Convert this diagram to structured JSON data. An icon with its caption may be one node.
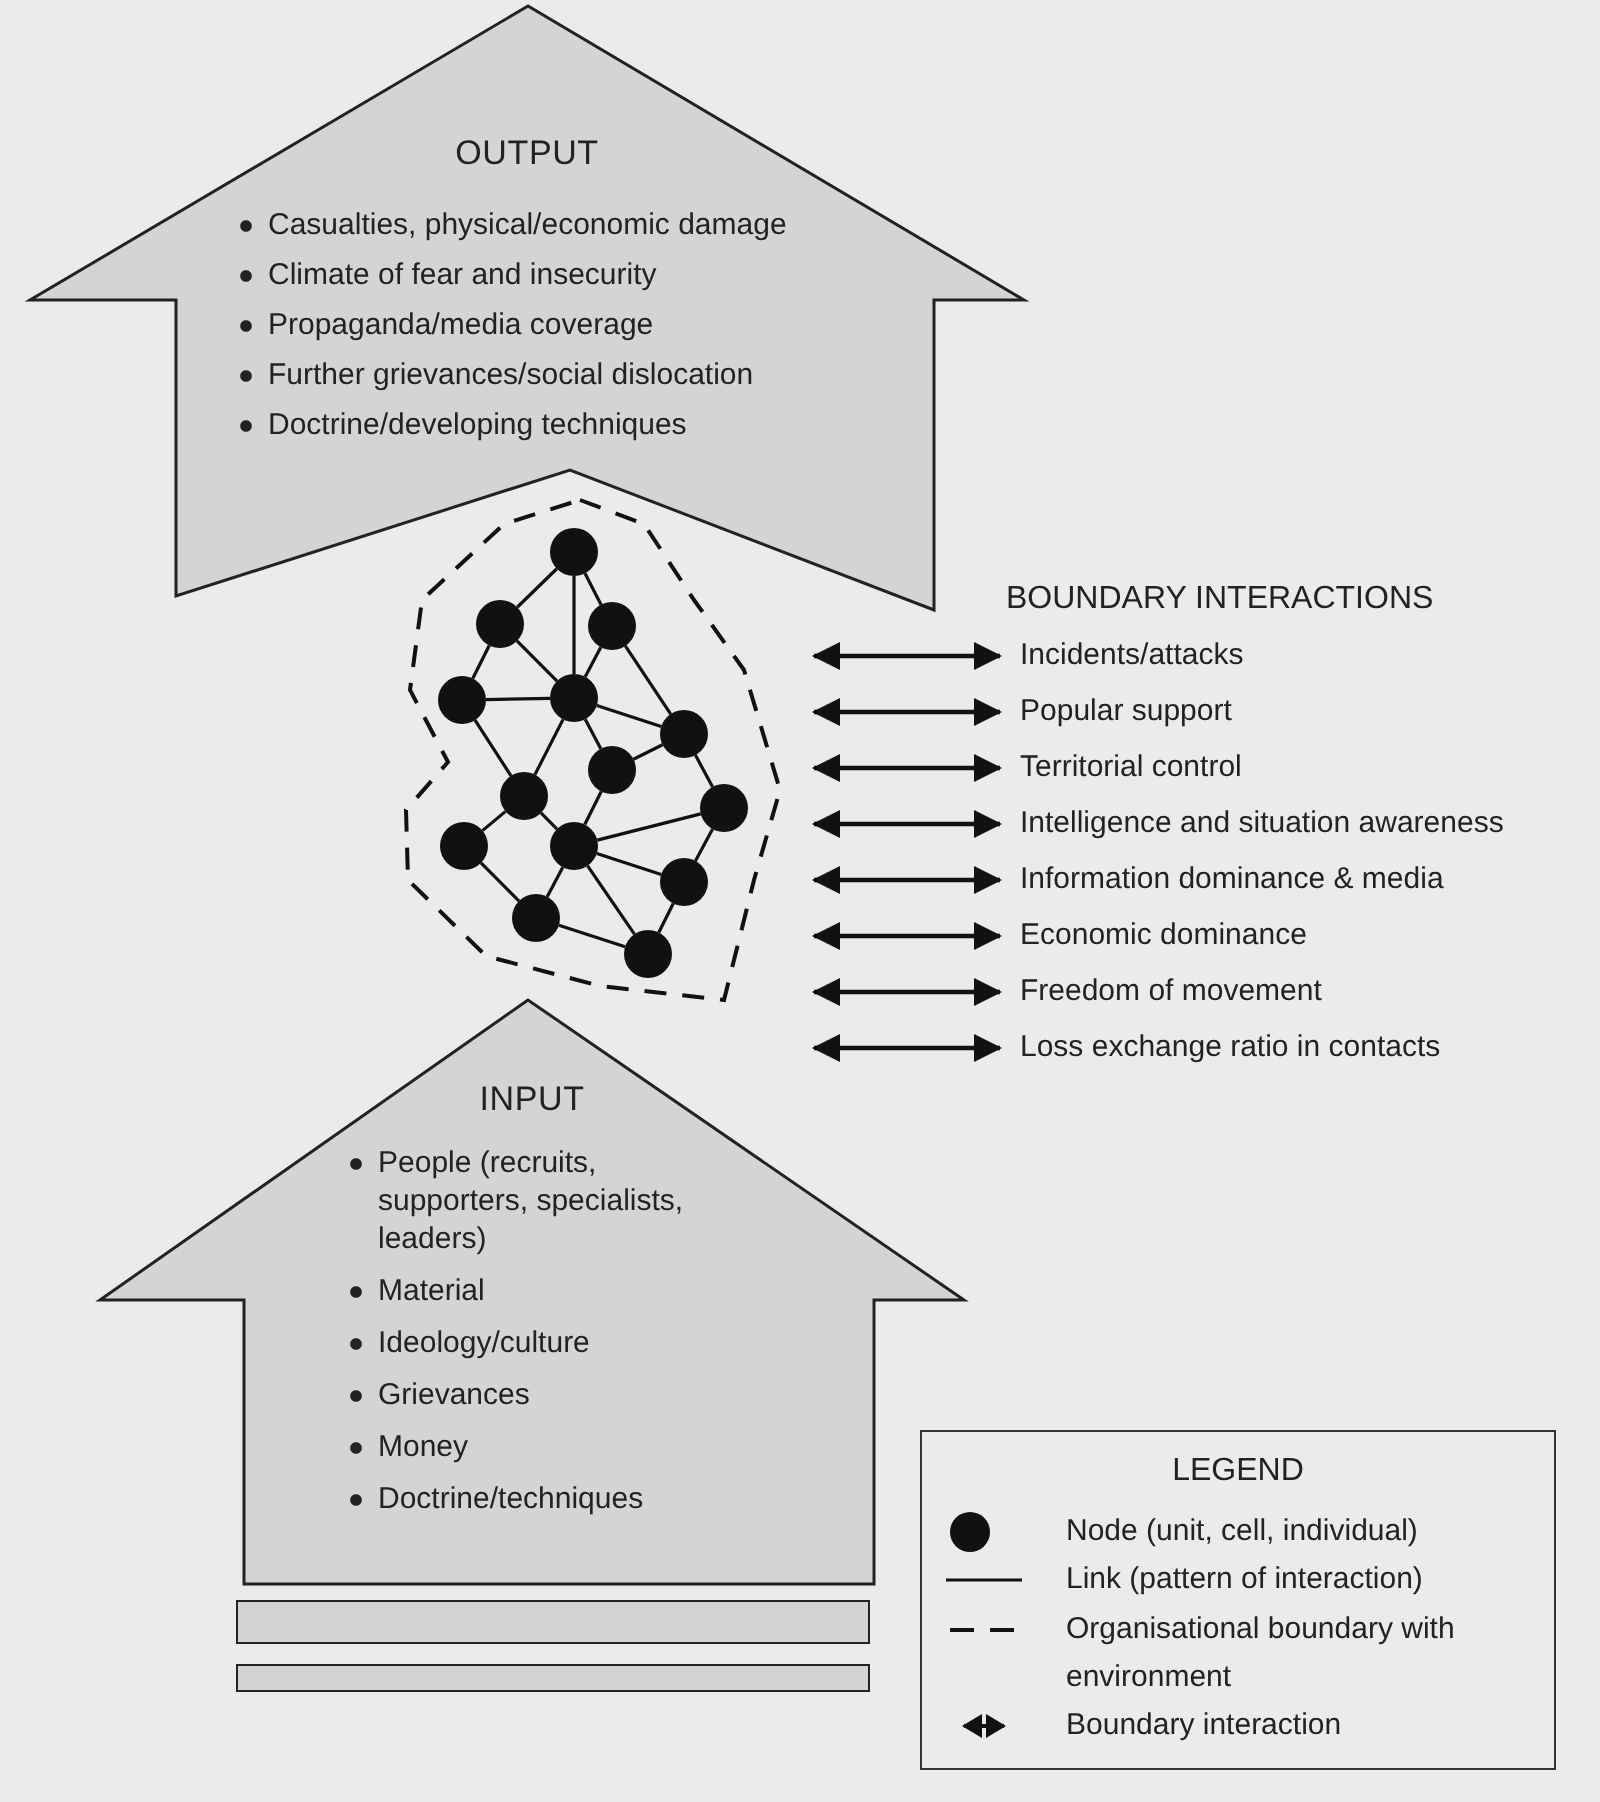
{
  "diagram": {
    "nodes": [
      {
        "text": [
          "OUTPUT",
          "Casualties, physical/economic damage",
          "Climate of fear and insecurity",
          "Propaganda/media coverage",
          "Further grievances/social dislocation",
          "Doctrine/developing techniques"
        ]
      },
      {
        "text": [],
        "shape": "outline"
      },
      {
        "text": [],
        "shape": "circle",
        "in": 1
      },
      {
        "text": [],
        "shape": "circle",
        "in": 1
      },
      {
        "text": [],
        "shape": "circle",
        "in": 1
      },
      {
        "text": [],
        "shape": "circle",
        "in": 1
      },
      {
        "text": [],
        "shape": "circle",
        "in": 1
      },
      {
        "text": [],
        "shape": "circle",
        "in": 1
      },
      {
        "text": [],
        "shape": "circle",
        "in": 1
      },
      {
        "text": [],
        "shape": "circle",
        "in": 1
      },
      {
        "text": [],
        "shape": "circle",
        "in": 1
      },
      {
        "text": [],
        "shape": "circle",
        "in": 1
      },
      {
        "text": [],
        "shape": "circle",
        "in": 1
      },
      {
        "text": [],
        "shape": "circle",
        "in": 1
      },
      {
        "text": [],
        "shape": "circle",
        "in": 1
      },
      {
        "text": [],
        "shape": "circle",
        "in": 1
      },
      {
        "text": [
          "Incidents/attacks"
        ]
      },
      {
        "text": [
          "Popular support"
        ]
      },
      {
        "text": [
          "Territorial control"
        ]
      },
      {
        "text": [
          "Intelligence and situation awareness"
        ]
      },
      {
        "text": [
          "Information dominance & media"
        ]
      },
      {
        "text": [
          "Economic dominance"
        ]
      },
      {
        "text": [
          "Freedom of movement"
        ]
      },
      {
        "text": [
          "Loss exchange ratio in contacts"
        ]
      },
      {
        "text": [
          "INPUT",
          "People (recruits, supporters, specialists, leaders)",
          "Material",
          "Ideology/culture",
          "Grievances",
          "Money",
          "Doctrine/techniques"
        ]
      },
      {
        "text": [],
        "shape": "bar"
      },
      {
        "text": [],
        "shape": "bar"
      }
    ],
    "edges": [
      {
        "from": 2,
        "to": 3,
        "arrow": "none"
      },
      {
        "from": 2,
        "to": 6,
        "arrow": "none"
      },
      {
        "from": 2,
        "to": 4,
        "arrow": "none"
      },
      {
        "from": 3,
        "to": 5,
        "arrow": "none"
      },
      {
        "from": 3,
        "to": 6,
        "arrow": "none"
      },
      {
        "from": 4,
        "to": 6,
        "arrow": "none"
      },
      {
        "from": 4,
        "to": 7,
        "arrow": "none"
      },
      {
        "from": 5,
        "to": 6,
        "arrow": "none"
      },
      {
        "from": 5,
        "to": 9,
        "arrow": "none"
      },
      {
        "from": 6,
        "to": 7,
        "arrow": "none"
      },
      {
        "from": 6,
        "to": 8,
        "arrow": "none"
      },
      {
        "from": 6,
        "to": 9,
        "arrow": "none"
      },
      {
        "from": 7,
        "to": 8,
        "arrow": "none"
      },
      {
        "from": 7,
        "to": 10,
        "arrow": "none"
      },
      {
        "from": 8,
        "to": 12,
        "arrow": "none"
      },
      {
        "from": 9,
        "to": 11,
        "arrow": "none"
      },
      {
        "from": 9,
        "to": 12,
        "arrow": "none"
      },
      {
        "from": 10,
        "to": 12,
        "arrow": "none"
      },
      {
        "from": 10,
        "to": 13,
        "arrow": "none"
      },
      {
        "from": 11,
        "to": 14,
        "arrow": "none"
      },
      {
        "from": 12,
        "to": 13,
        "arrow": "none"
      },
      {
        "from": 12,
        "to": 14,
        "arrow": "none"
      },
      {
        "from": 12,
        "to": 15,
        "arrow": "none"
      },
      {
        "from": 13,
        "to": 15,
        "arrow": "none"
      },
      {
        "from": 14,
        "to": 15,
        "arrow": "none"
      },
      {
        "from": 1,
        "to": 16,
        "arrow": "both"
      },
      {
        "from": 1,
        "to": 17,
        "arrow": "both"
      },
      {
        "from": 1,
        "to": 18,
        "arrow": "both"
      },
      {
        "from": 1,
        "to": 19,
        "arrow": "both"
      },
      {
        "from": 1,
        "to": 20,
        "arrow": "both"
      },
      {
        "from": 1,
        "to": 21,
        "arrow": "both"
      },
      {
        "from": 1,
        "to": 22,
        "arrow": "both"
      },
      {
        "from": 1,
        "to": 23,
        "arrow": "both"
      }
    ],
    "labels": [
      "BOUNDARY INTERACTIONS",
      "LEGEND"
    ],
    "legend": [
      {
        "text": "Node (unit, cell, individual)"
      },
      {
        "text": "Link (pattern of interaction)"
      },
      {
        "text": "Organisational boundary with environment"
      },
      {
        "text": "Boundary interaction"
      }
    ]
  }
}
